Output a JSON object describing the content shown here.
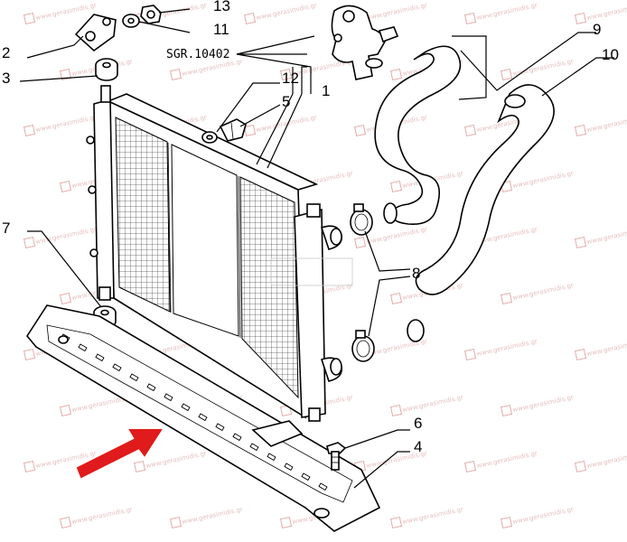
{
  "diagram": {
    "reference_code": "SGR.10402",
    "callouts": [
      "1",
      "2",
      "3",
      "4",
      "5",
      "6",
      "7",
      "8",
      "9",
      "10",
      "11",
      "12",
      "13"
    ],
    "arrow_color": "#e01b1b",
    "watermark_color": "#d08a8a"
  },
  "watermark": {
    "text": "www.gerasimidis.gr"
  }
}
